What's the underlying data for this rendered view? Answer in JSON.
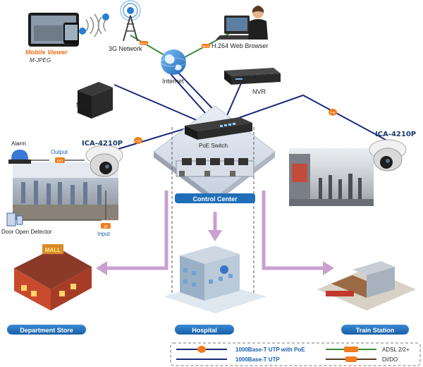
{
  "nodes": {
    "mobile_viewer": "Mobile Viewer",
    "mjpeg": "M-JPEG",
    "network_3g": "3G Network",
    "web_browser": "H.264 Web Browser",
    "internet": "Internet",
    "nas": "NAS",
    "nvr": "NVR",
    "poe_switch": "PoE Switch",
    "control_center": "Control Center",
    "camera_left": "ICA-4210P",
    "camera_right": "ICA-4210P",
    "alarm": "Alarm",
    "output": "Output",
    "input": "Input",
    "door_detector": "Door Open Detector",
    "do_tag": "DO",
    "di_tag": "DI",
    "poe_tag": "PoE",
    "adsl_tag": "ADSL",
    "mall_sign": "MALL"
  },
  "destinations": {
    "department_store": "Department Store",
    "hospital": "Hospital",
    "train_station": "Train Station"
  },
  "legend": {
    "utp_poe": "1000Base-T UTP with PoE",
    "utp": "1000Base-T UTP",
    "adsl": "ADSL 2/2+",
    "dido": "DI/DO"
  },
  "colors": {
    "utp_line": "#1b2a7a",
    "adsl_line": "#3c8a3c",
    "badge": "#f07e1f",
    "label_blue": "#1a5fb0",
    "destination_badge": "#1f6fb8",
    "arrow": "#c9a0d0"
  }
}
